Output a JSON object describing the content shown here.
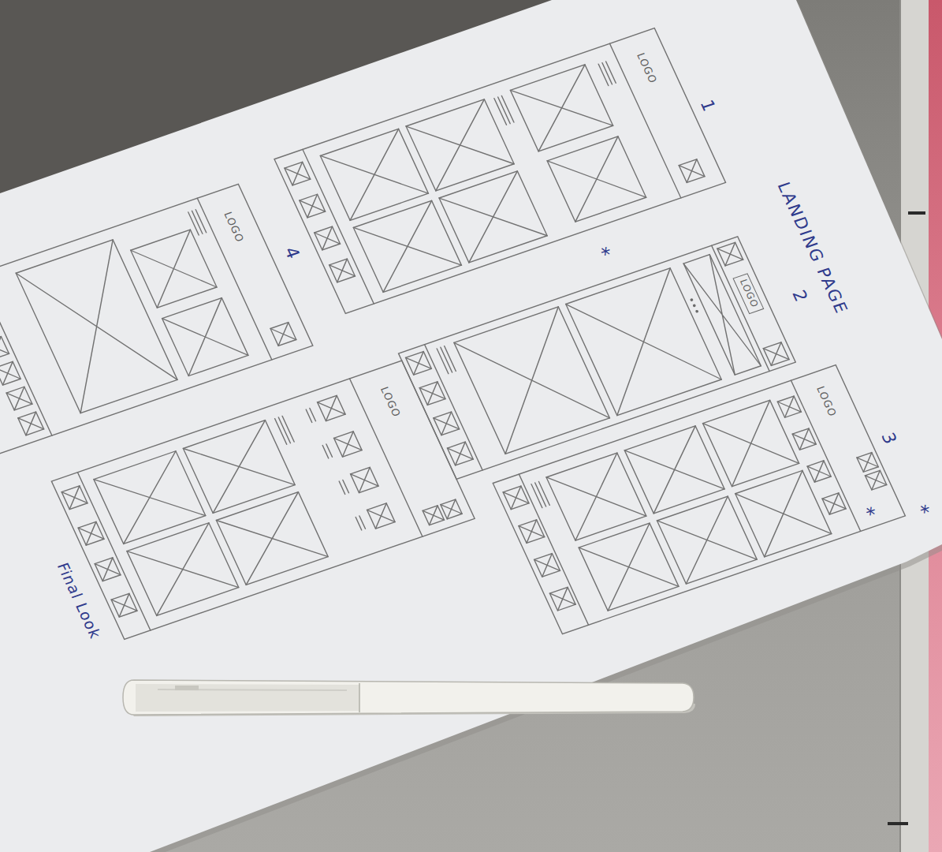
{
  "diagram": {
    "title": "LANDING PAGE",
    "nodes": [
      {
        "text": [
          "LOGO"
        ]
      }
    ],
    "labels": [
      "LOGO",
      "1",
      "*",
      "LOGO",
      "4",
      "2",
      "LOGO",
      "Final Look",
      "LOGO",
      "3",
      "*",
      "*"
    ]
  }
}
